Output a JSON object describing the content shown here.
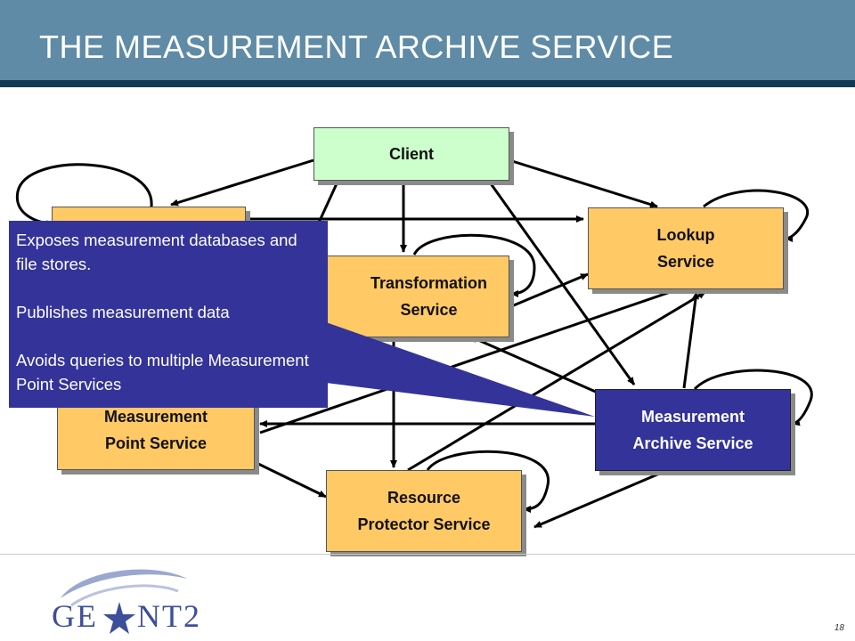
{
  "slide": {
    "title": "THE MEASUREMENT ARCHIVE SERVICE",
    "page_number": "18"
  },
  "nodes": {
    "client": "Client",
    "lookup": "Lookup\nService",
    "transformation": "Transformation\nService",
    "measurement_point": "Measurement\nPoint Service",
    "measurement_archive": "Measurement\nArchive Service",
    "resource_protector": "Resource\nProtector Service"
  },
  "callout": {
    "line1": "Exposes measurement databases and file stores.",
    "line2": "Publishes measurement data",
    "line3": "Avoids queries to multiple Measurement Point Services"
  },
  "logo": {
    "text": "GEANT2"
  },
  "colors": {
    "header": "#5f8ba6",
    "box_orange": "#ffc966",
    "box_client": "#ccffcc",
    "highlight": "#333399"
  }
}
